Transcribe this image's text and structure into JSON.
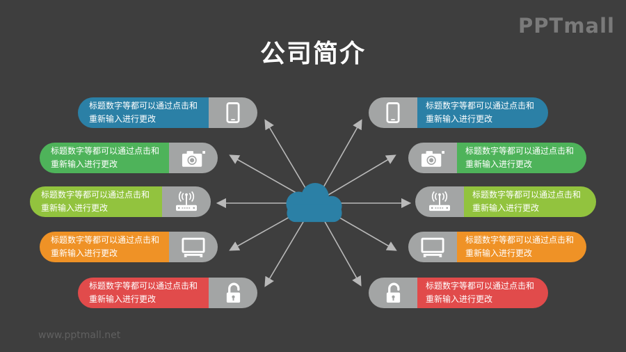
{
  "slide": {
    "title": "公司简介",
    "brand_logo": "PPTmall",
    "watermark": "www.pptmall.net",
    "background_color": "#3e3e3e"
  },
  "theme": {
    "cap_color": "#a3a5a5",
    "arrow_color": "#b9b9b9",
    "cloud_color": "#2b80a6",
    "title_color": "#ffffff",
    "logo_color": "#7a7a7a",
    "watermark_color": "#606060"
  },
  "center": {
    "icon": "cloud-icon",
    "color": "#2b80a6"
  },
  "items_left": [
    {
      "text": "标题数字等都可以通过点击和重新输入进行更改",
      "icon": "smartphone-icon",
      "color": "#2b80a6"
    },
    {
      "text": "标题数字等都可以通过点击和重新输入进行更改",
      "icon": "camera-icon",
      "color": "#4eb35a"
    },
    {
      "text": "标题数字等都可以通过点击和重新输入进行更改",
      "icon": "wifi-router-icon",
      "color": "#92c33e"
    },
    {
      "text": "标题数字等都可以通过点击和重新输入进行更改",
      "icon": "monitor-icon",
      "color": "#ef9226"
    },
    {
      "text": "标题数字等都可以通过点击和重新输入进行更改",
      "icon": "padlock-icon",
      "color": "#e14b4b"
    }
  ],
  "items_right": [
    {
      "text": "标题数字等都可以通过点击和重新输入进行更改",
      "icon": "smartphone-icon",
      "color": "#2b80a6"
    },
    {
      "text": "标题数字等都可以通过点击和重新输入进行更改",
      "icon": "camera-icon",
      "color": "#4eb35a"
    },
    {
      "text": "标题数字等都可以通过点击和重新输入进行更改",
      "icon": "wifi-router-icon",
      "color": "#92c33e"
    },
    {
      "text": "标题数字等都可以通过点击和重新输入进行更改",
      "icon": "monitor-icon",
      "color": "#ef9226"
    },
    {
      "text": "标题数字等都可以通过点击和重新输入进行更改",
      "icon": "padlock-icon",
      "color": "#e14b4b"
    }
  ]
}
